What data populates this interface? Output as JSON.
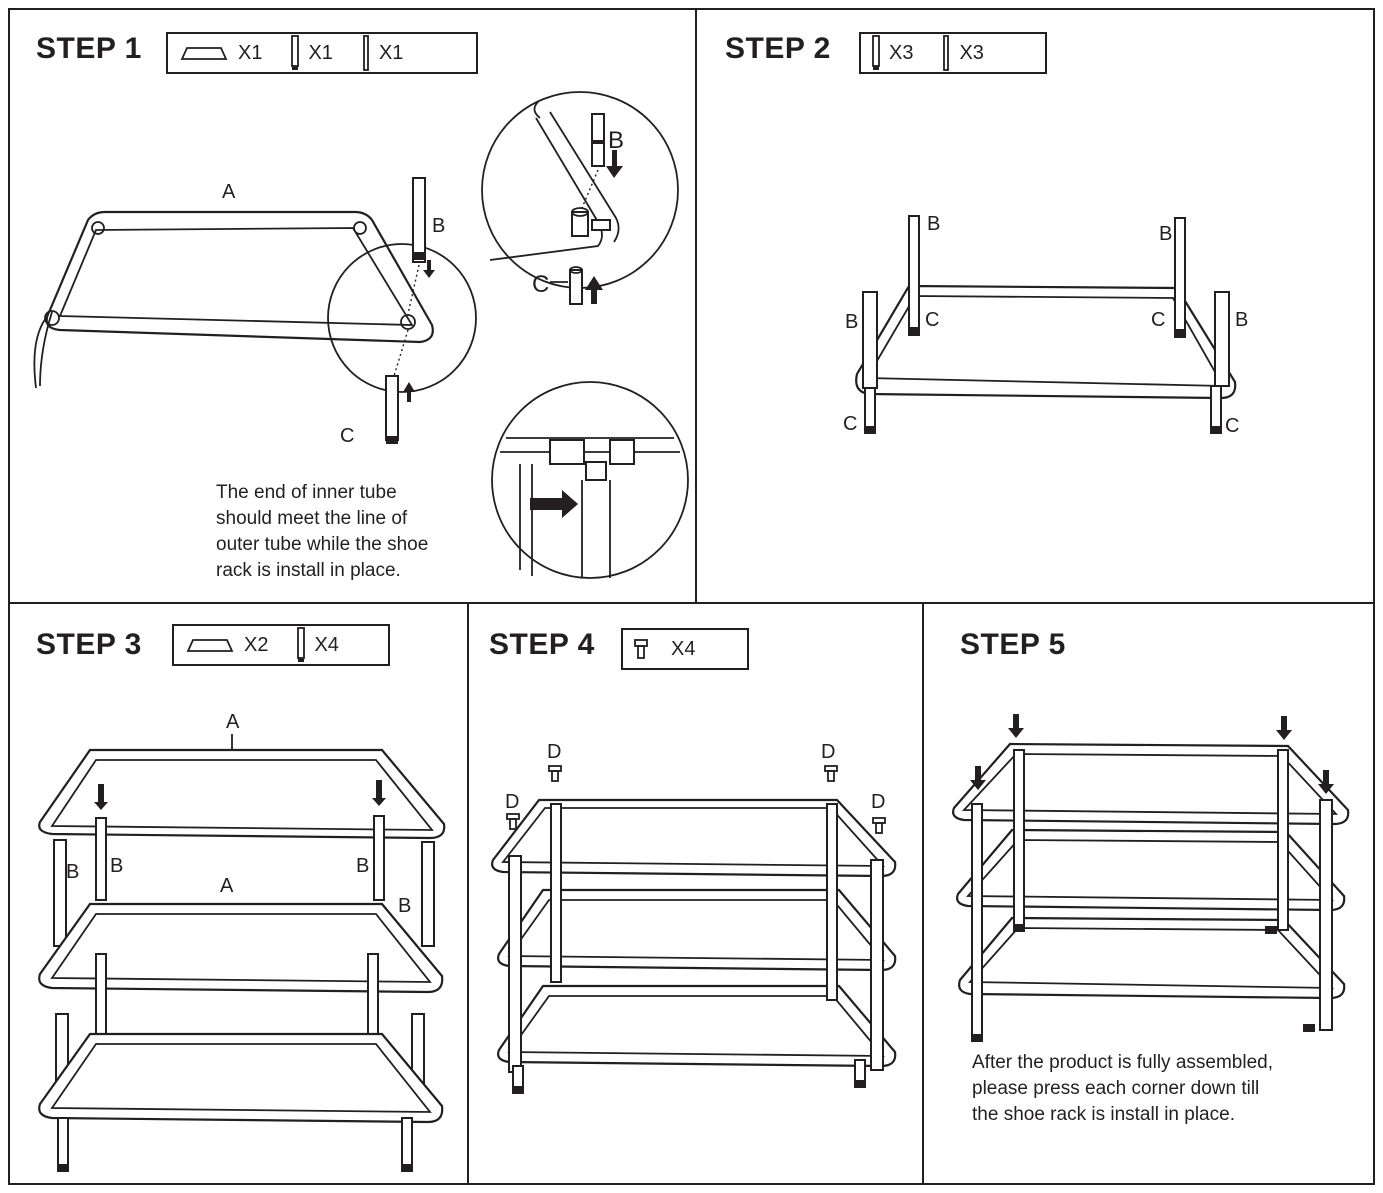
{
  "steps": [
    {
      "title": "STEP 1",
      "parts": [
        {
          "icon": "frame-part-icon",
          "qty": "X1"
        },
        {
          "icon": "outer-tube-icon",
          "qty": "X1"
        },
        {
          "icon": "inner-tube-icon",
          "qty": "X1"
        }
      ],
      "labels": {
        "a": "A",
        "b": "B",
        "c": "C",
        "detail_b": "B",
        "detail_c": "C"
      },
      "note": "The end of inner tube\nshould meet the line of\nouter tube while the shoe\nrack is install in place."
    },
    {
      "title": "STEP 2",
      "parts": [
        {
          "icon": "outer-tube-icon",
          "qty": "X3"
        },
        {
          "icon": "inner-tube-icon",
          "qty": "X3"
        }
      ],
      "labels": {
        "b": "B",
        "c": "C"
      }
    },
    {
      "title": "STEP 3",
      "parts": [
        {
          "icon": "frame-part-icon",
          "qty": "X2"
        },
        {
          "icon": "outer-tube-icon",
          "qty": "X4"
        }
      ],
      "labels": {
        "a": "A",
        "b": "B"
      }
    },
    {
      "title": "STEP 4",
      "parts": [
        {
          "icon": "screw-icon",
          "qty": "X4"
        }
      ],
      "labels": {
        "d": "D"
      }
    },
    {
      "title": "STEP 5",
      "parts": [],
      "note": "After the product is fully assembled,\nplease press each corner down till\nthe shoe rack is install in place."
    }
  ],
  "colors": {
    "ink": "#231f20",
    "paper": "#ffffff"
  }
}
